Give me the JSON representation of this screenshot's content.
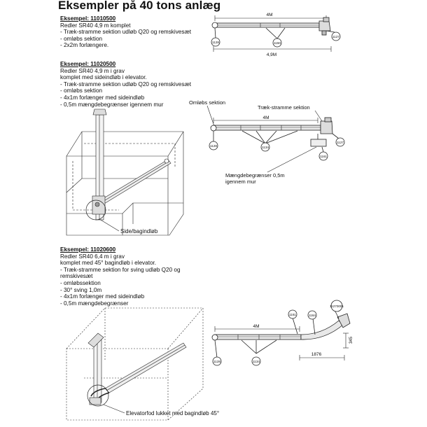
{
  "title": "Eksempler på 40 tons anlæg",
  "examples": [
    {
      "heading": "Eksempel: 11010500",
      "lines": [
        "Redler SR40 4,9 m komplet",
        "- Træk-stramme sektion udløb Q20 og remskivesæt",
        "- omløbs sektion",
        "- 2x2m forlængere."
      ]
    },
    {
      "heading": "Eksempel: 11020500",
      "lines": [
        "Redler SR40 4,9 m i grav",
        "komplet med sideindløb i elevator.",
        "- Træk-stramme sektion udløb Q20 og remskivesæt",
        "- omløbs sektion",
        "- 4x1m forlænger med sideindløb",
        "- 0,5m mængdebegrænser igennem mur"
      ]
    },
    {
      "heading": "Eksempel: 11020600",
      "lines": [
        "Redler SR40 6,4 m i grav",
        "komplet med 45° bagindløb i elevator.",
        "- Træk-stramme sektion for sving udløb Q20 og",
        "   remskivesæt",
        "- omløbssektion",
        "- 30° sving 1,0m",
        "- 4x1m forlænger med sideindløb",
        "- 0,5m mængdebegrænser"
      ]
    }
  ],
  "diagram1": {
    "dim_top": "4M",
    "dim_bottom": "4,9M",
    "callouts": [
      "1128",
      "1150",
      "1127"
    ]
  },
  "diagram2": {
    "label_omlobs": "Omløbs sektion",
    "label_traek": "Træk-stramme sektion",
    "dim_top": "4M",
    "callouts": [
      "1128",
      "1134",
      "1161",
      "1127"
    ],
    "caption": [
      "Mængdebegrænser 0,5m",
      "igennem mur"
    ]
  },
  "illustration1": {
    "caption": "Side/bagindløb"
  },
  "diagram3": {
    "dim_top": "4M",
    "dim_bottom": "1876",
    "dim_right": "345",
    "callouts": [
      "1128",
      "1134",
      "1161",
      "1164",
      "11270001"
    ]
  },
  "illustration2": {
    "caption": "Elevatorfod lukket med bagindløb 45°"
  }
}
